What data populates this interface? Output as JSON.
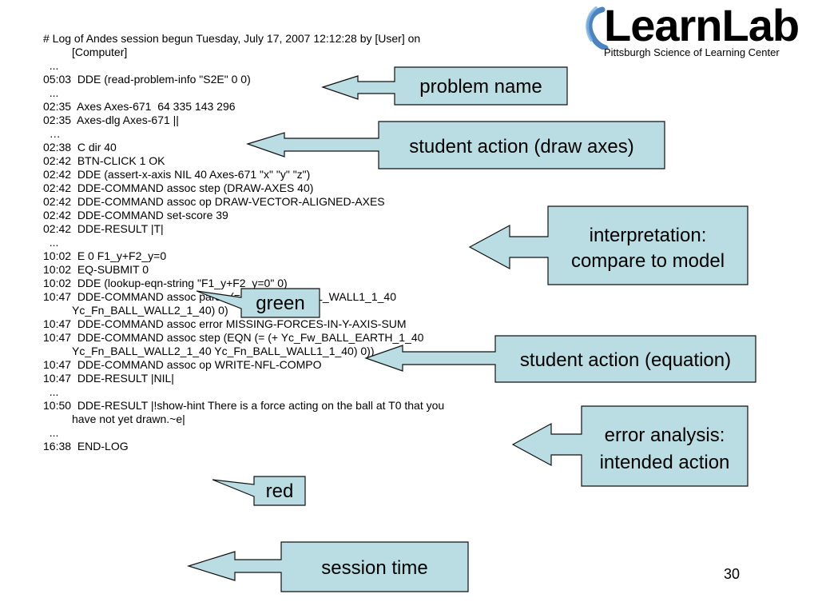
{
  "logo": {
    "wordmark": "LearnLab",
    "subtitle": "Pittsburgh Science of Learning Center"
  },
  "log_lines": [
    {
      "text": "# Log of Andes session begun Tuesday, July 17, 2007 12:12:28 by [User] on",
      "cont": false
    },
    {
      "text": "[Computer]",
      "cont": true
    },
    {
      "text": "  ...",
      "cont": false
    },
    {
      "text": "05:03  DDE (read-problem-info \"S2E\" 0 0)",
      "cont": false
    },
    {
      "text": "  ...",
      "cont": false
    },
    {
      "text": "02:35  Axes Axes-671  64 335 143 296",
      "cont": false
    },
    {
      "text": "02:35  Axes-dlg Axes-671 ||",
      "cont": false
    },
    {
      "text": "  …",
      "cont": false
    },
    {
      "text": "02:38  C dir 40",
      "cont": false
    },
    {
      "text": "02:42  BTN-CLICK 1 OK",
      "cont": false
    },
    {
      "text": "02:42  DDE (assert-x-axis NIL 40 Axes-671 \"x\" \"y\" \"z\")",
      "cont": false
    },
    {
      "text": "02:42  DDE-COMMAND assoc step (DRAW-AXES 40)",
      "cont": false
    },
    {
      "text": "02:42  DDE-COMMAND assoc op DRAW-VECTOR-ALIGNED-AXES",
      "cont": false
    },
    {
      "text": "02:42  DDE-COMMAND set-score 39",
      "cont": false
    },
    {
      "text": "02:42  DDE-RESULT |T|",
      "cont": false
    },
    {
      "text": "  ...",
      "cont": false
    },
    {
      "text": "10:02  E 0 F1_y+F2_y=0",
      "cont": false
    },
    {
      "text": "10:02  EQ-SUBMIT 0",
      "cont": false
    },
    {
      "text": "10:02  DDE (lookup-eqn-string \"F1_y+F2_y=0\" 0)",
      "cont": false
    },
    {
      "text": "10:47  DDE-COMMAND assoc parse (= (+ Yc_Fn_BALL_WALL1_1_40",
      "cont": false
    },
    {
      "text": "Yc_Fn_BALL_WALL2_1_40) 0)",
      "cont": true
    },
    {
      "text": "10:47  DDE-COMMAND assoc error MISSING-FORCES-IN-Y-AXIS-SUM",
      "cont": false
    },
    {
      "text": "10:47  DDE-COMMAND assoc step (EQN (= (+ Yc_Fw_BALL_EARTH_1_40",
      "cont": false
    },
    {
      "text": "Yc_Fn_BALL_WALL2_1_40 Yc_Fn_BALL_WALL1_1_40) 0))",
      "cont": true
    },
    {
      "text": "10:47  DDE-COMMAND assoc op WRITE-NFL-COMPO",
      "cont": false
    },
    {
      "text": "10:47  DDE-RESULT |NIL|",
      "cont": false
    },
    {
      "text": "  ...",
      "cont": false
    },
    {
      "text": "10:50  DDE-RESULT |!show-hint There is a force acting on the ball at T0 that you",
      "cont": false
    },
    {
      "text": "have not yet drawn.~e|",
      "cont": true
    },
    {
      "text": "  ...",
      "cont": false
    },
    {
      "text": "16:38  END-LOG",
      "cont": false
    }
  ],
  "callouts": {
    "problem_name": {
      "lines": [
        "problem name"
      ]
    },
    "draw_axes": {
      "lines": [
        "student action (draw axes)"
      ]
    },
    "interpretation": {
      "lines": [
        "interpretation:",
        "compare to model"
      ]
    },
    "green": {
      "lines": [
        "green"
      ]
    },
    "equation": {
      "lines": [
        "student action (equation)"
      ]
    },
    "error_analysis": {
      "lines": [
        "error analysis:",
        "intended action"
      ]
    },
    "red": {
      "lines": [
        "red"
      ]
    },
    "session_time": {
      "lines": [
        "session time"
      ]
    }
  },
  "page_number": "30",
  "colors": {
    "callout_fill": "#b9dde3",
    "callout_stroke": "#111111",
    "logo_mark": "#2b6fb6"
  }
}
